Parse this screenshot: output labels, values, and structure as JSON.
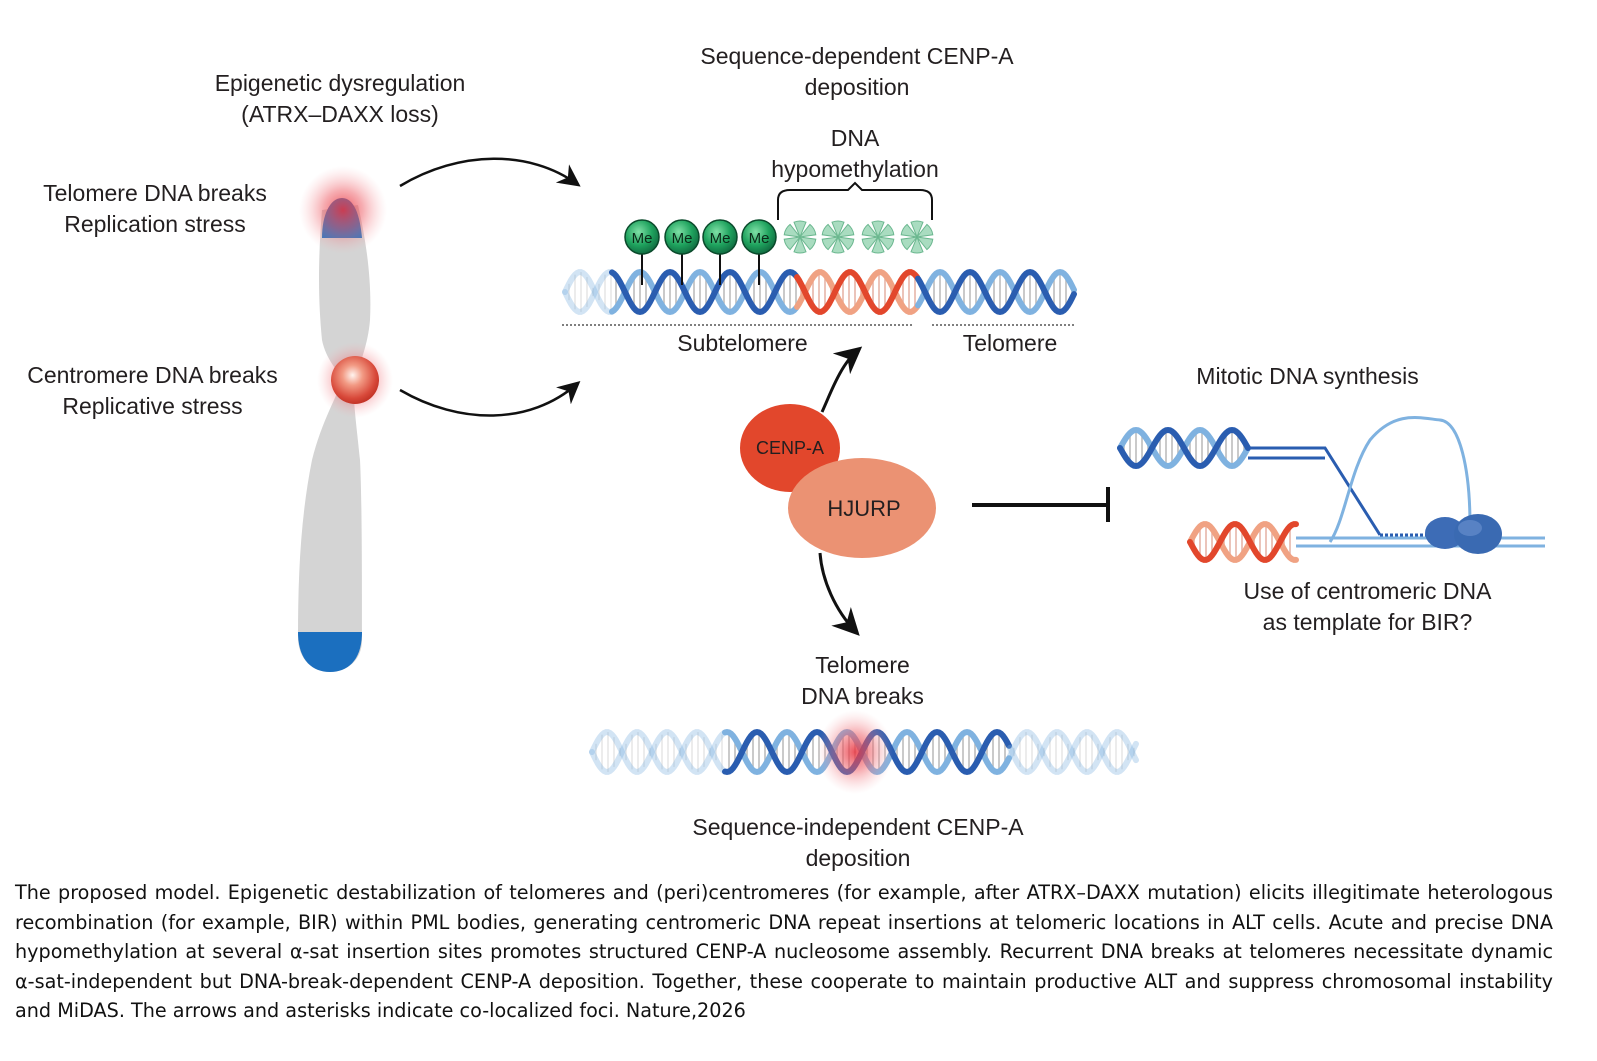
{
  "diagram": {
    "left": {
      "title": [
        "Epigenetic dysregulation",
        "(ATRX–DAXX loss)"
      ],
      "telomere_breaks": [
        "Telomere DNA breaks",
        "Replication stress"
      ],
      "centromere_breaks": [
        "Centromere DNA breaks",
        "Replicative stress"
      ]
    },
    "top": {
      "title": [
        "Sequence-dependent CENP-A",
        "deposition"
      ],
      "hypomethylation": [
        "DNA",
        "hypomethylation"
      ],
      "methyl_label": "Me",
      "subtelomere": "Subtelomere",
      "telomere": "Telomere"
    },
    "center": {
      "cenpa": "CENP-A",
      "hjurp": "HJURP"
    },
    "right": {
      "title": "Mitotic DNA synthesis",
      "question": [
        "Use of centromeric DNA",
        "as template for BIR?"
      ]
    },
    "bottom": {
      "breaks": [
        "Telomere",
        "DNA breaks"
      ],
      "title": [
        "Sequence-independent CENP-A",
        "deposition"
      ]
    },
    "colors": {
      "dark_blue": "#2a5db0",
      "light_blue": "#7fb2e0",
      "red": "#e2472c",
      "salmon": "#f0a283",
      "green": "#1f9b5a",
      "chromosome_gray": "#d4d4d4",
      "tip_blue": "#1b6fbf",
      "glow_red": "#e8343f"
    }
  },
  "caption": "The proposed model. Epigenetic destabilization of telomeres and (peri)centromeres (for example, after ATRX–DAXX mutation) elicits illegitimate heterologous recombination (for example, BIR) within PML bodies, generating centromeric DNA repeat insertions at telomeric locations in ALT cells. Acute and precise DNA hypomethylation at several α-sat insertion sites promotes structured CENP-A nucleosome assembly. Recurrent DNA breaks at telomeres necessitate dynamic α-sat-independent but DNA-break-dependent CENP-A deposition. Together, these cooperate to maintain productive ALT and suppress chromosomal instability and MiDAS. The arrows and asterisks indicate co-localized foci. Nature,2026"
}
